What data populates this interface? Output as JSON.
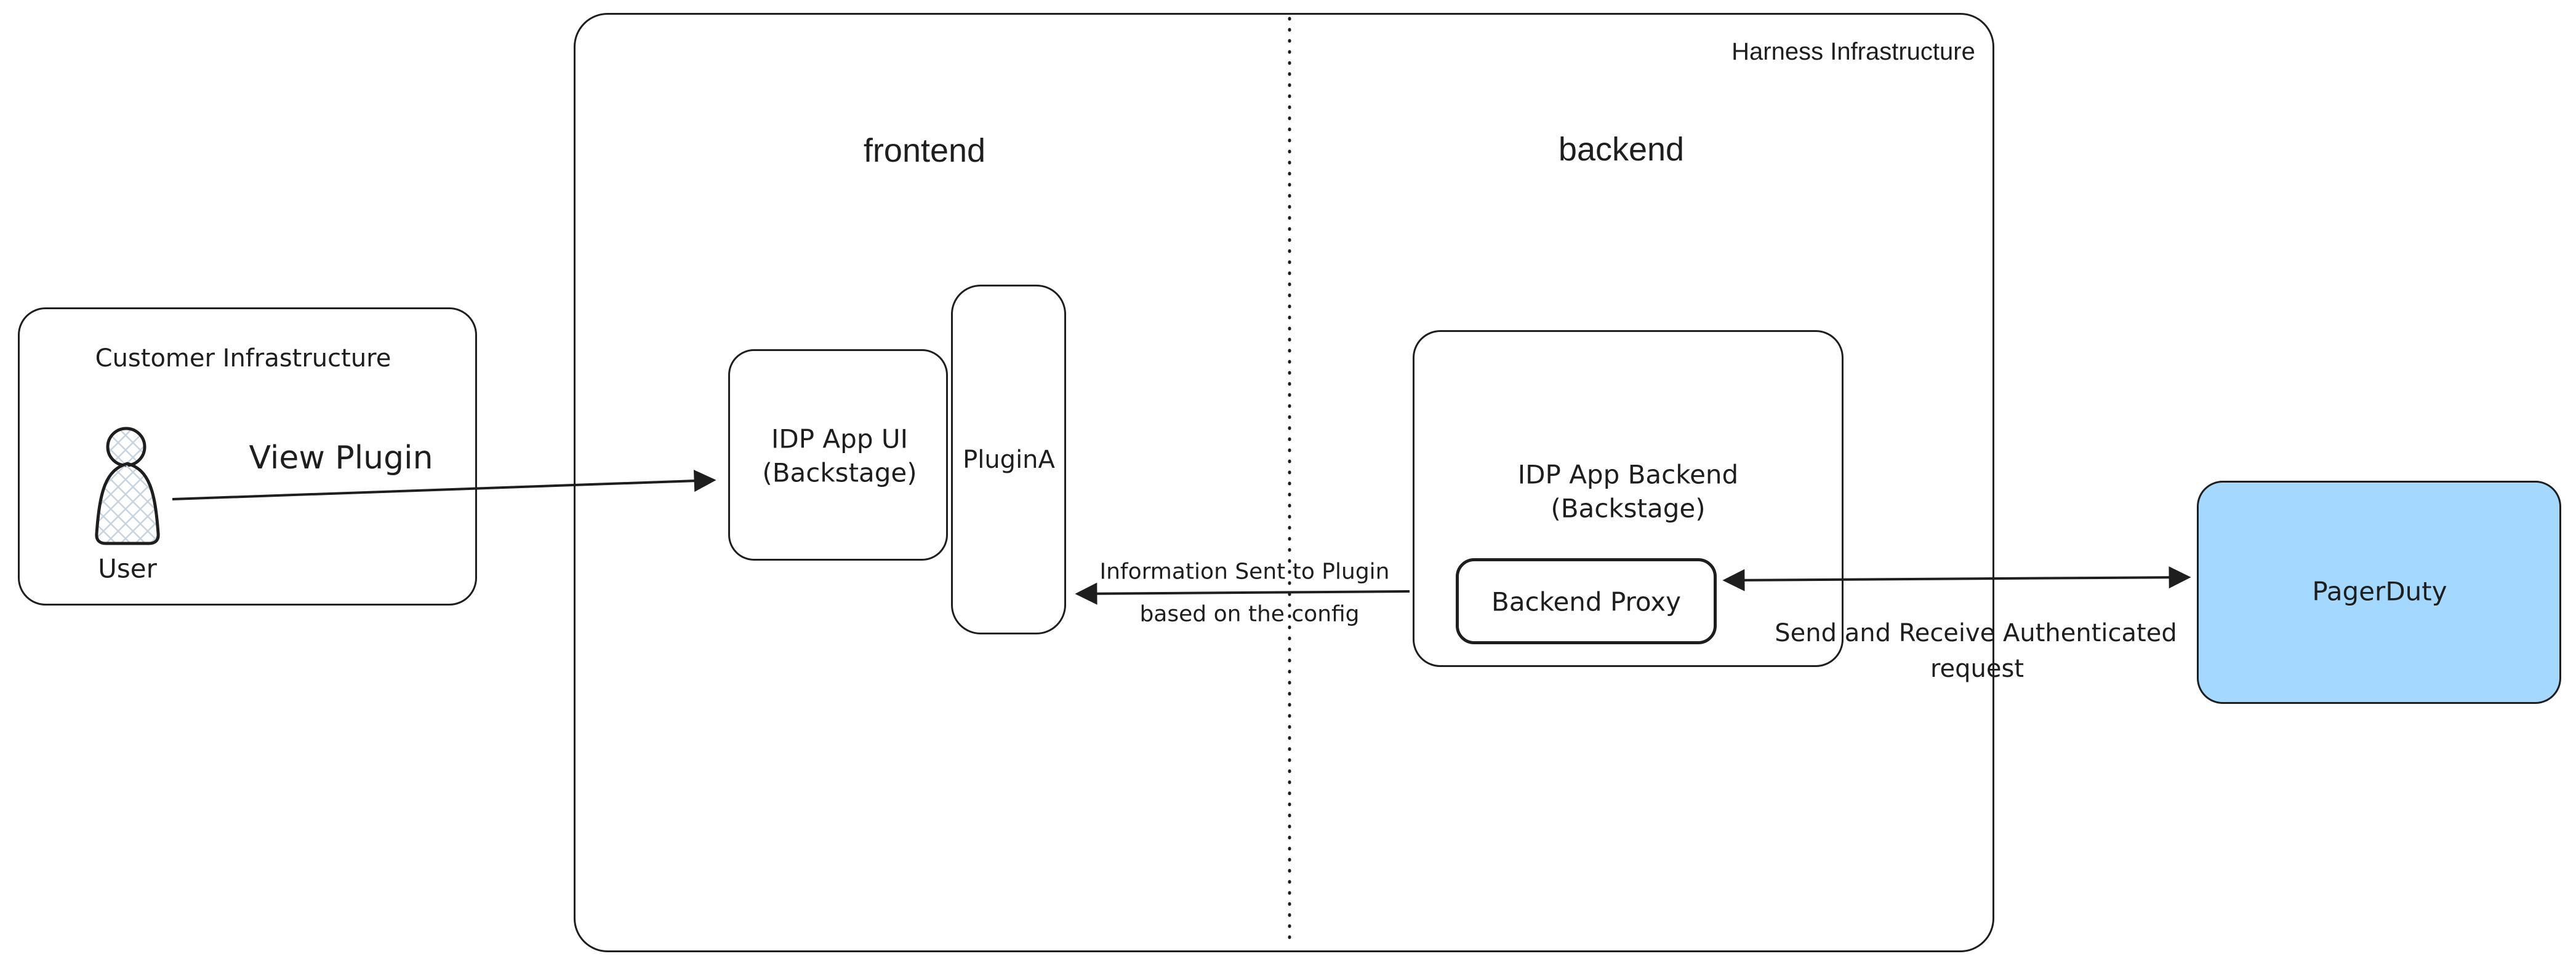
{
  "diagram": {
    "colors": {
      "background": "#ffffff",
      "stroke": "#1e1e1e",
      "pagerduty_fill": "#a5d8ff",
      "user_icon_hatch": "#c6d4e0"
    },
    "customer": {
      "title": "Customer Infrastructure",
      "user_label": "User",
      "user_icon": "user-icon"
    },
    "harness": {
      "title": "Harness Infrastructure",
      "frontend_label": "frontend",
      "backend_label": "backend"
    },
    "nodes": {
      "idp_ui": {
        "line1": "IDP App UI",
        "line2": "(Backstage)"
      },
      "plugin_a": {
        "label": "PluginA"
      },
      "idp_backend": {
        "line1": "IDP App Backend",
        "line2": "(Backstage)"
      },
      "backend_proxy": {
        "label": "Backend Proxy"
      },
      "pagerduty": {
        "label": "PagerDuty",
        "fill": "#a5d8ff"
      }
    },
    "edges": {
      "view_plugin": {
        "label": "View Plugin"
      },
      "info_to_plugin": {
        "line1": "Information Sent to Plugin",
        "line2": "based on the config"
      },
      "send_receive": {
        "line1": "Send and Receive Authenticated",
        "line2": "request"
      }
    }
  }
}
